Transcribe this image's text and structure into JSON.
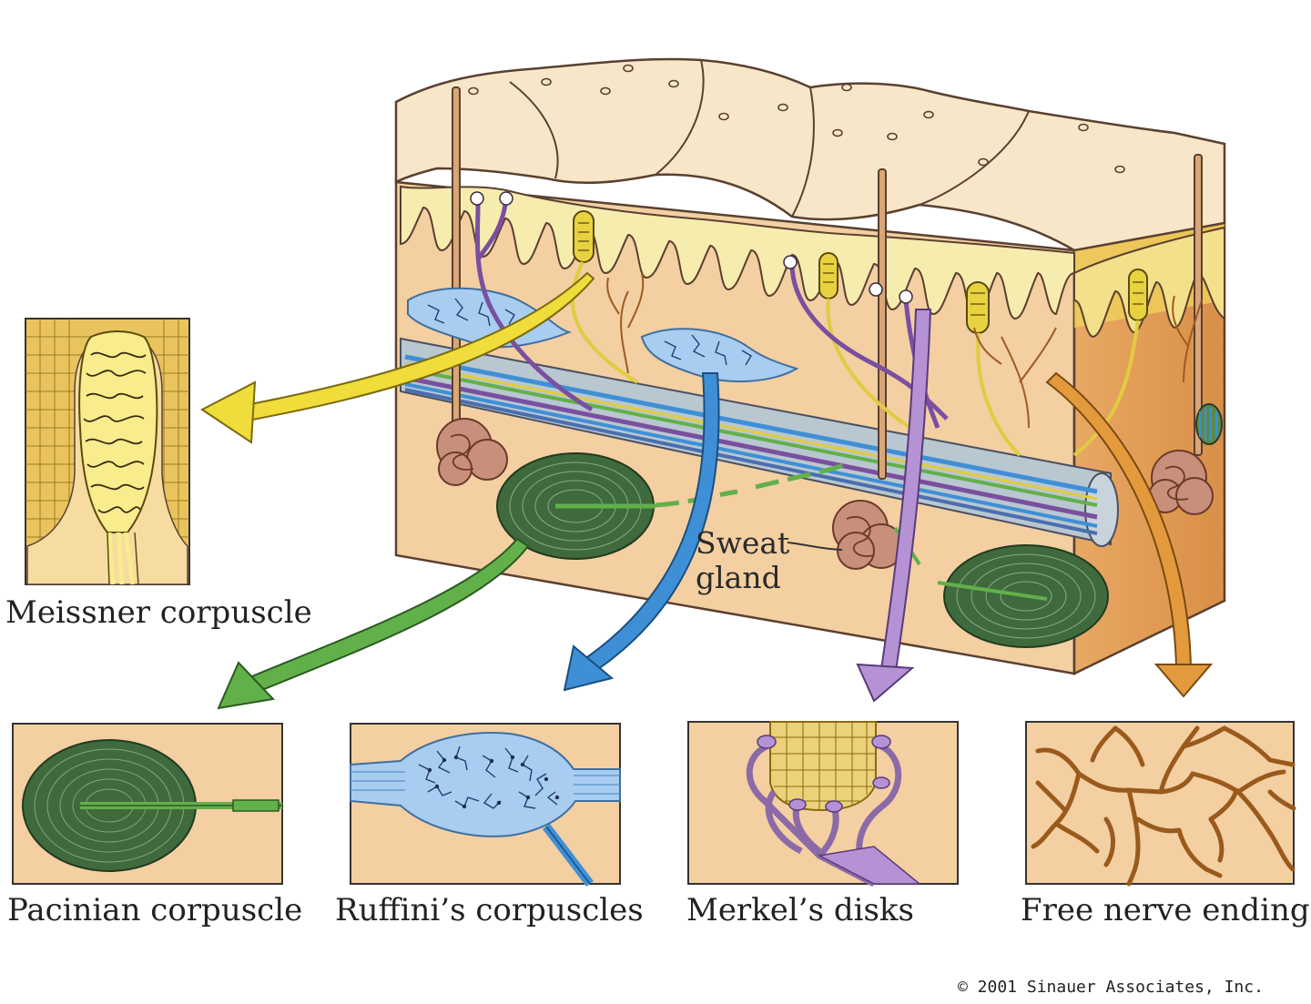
{
  "labels": {
    "meissner": "Meissner corpuscle",
    "pacinian": "Pacinian corpuscle",
    "ruffini": "Ruffini’s corpuscles",
    "merkel": "Merkel’s disks",
    "free_nerve": "Free nerve endings",
    "sweat_line1": "Sweat",
    "sweat_line2": "gland"
  },
  "copyright": "© 2001 Sinauer Associates, Inc.",
  "colors": {
    "skin": "#f3cfa2",
    "epidermis_top": "#f8e6c8",
    "papillary_yellow": "#f6ecae",
    "meissner_arrow": "#f0dc3a",
    "pacinian_arrow": "#62b04a",
    "ruffini_arrow": "#3f8fd6",
    "merkel_arrow": "#b592d4",
    "free_nerve_arrow": "#e39a3c",
    "pacinian_green": "#3f6a3d",
    "free_nerve_brown": "#9a5a1c",
    "merkel_purple": "#8c6aa8",
    "ruffini_blue": "#a8cdf0"
  }
}
